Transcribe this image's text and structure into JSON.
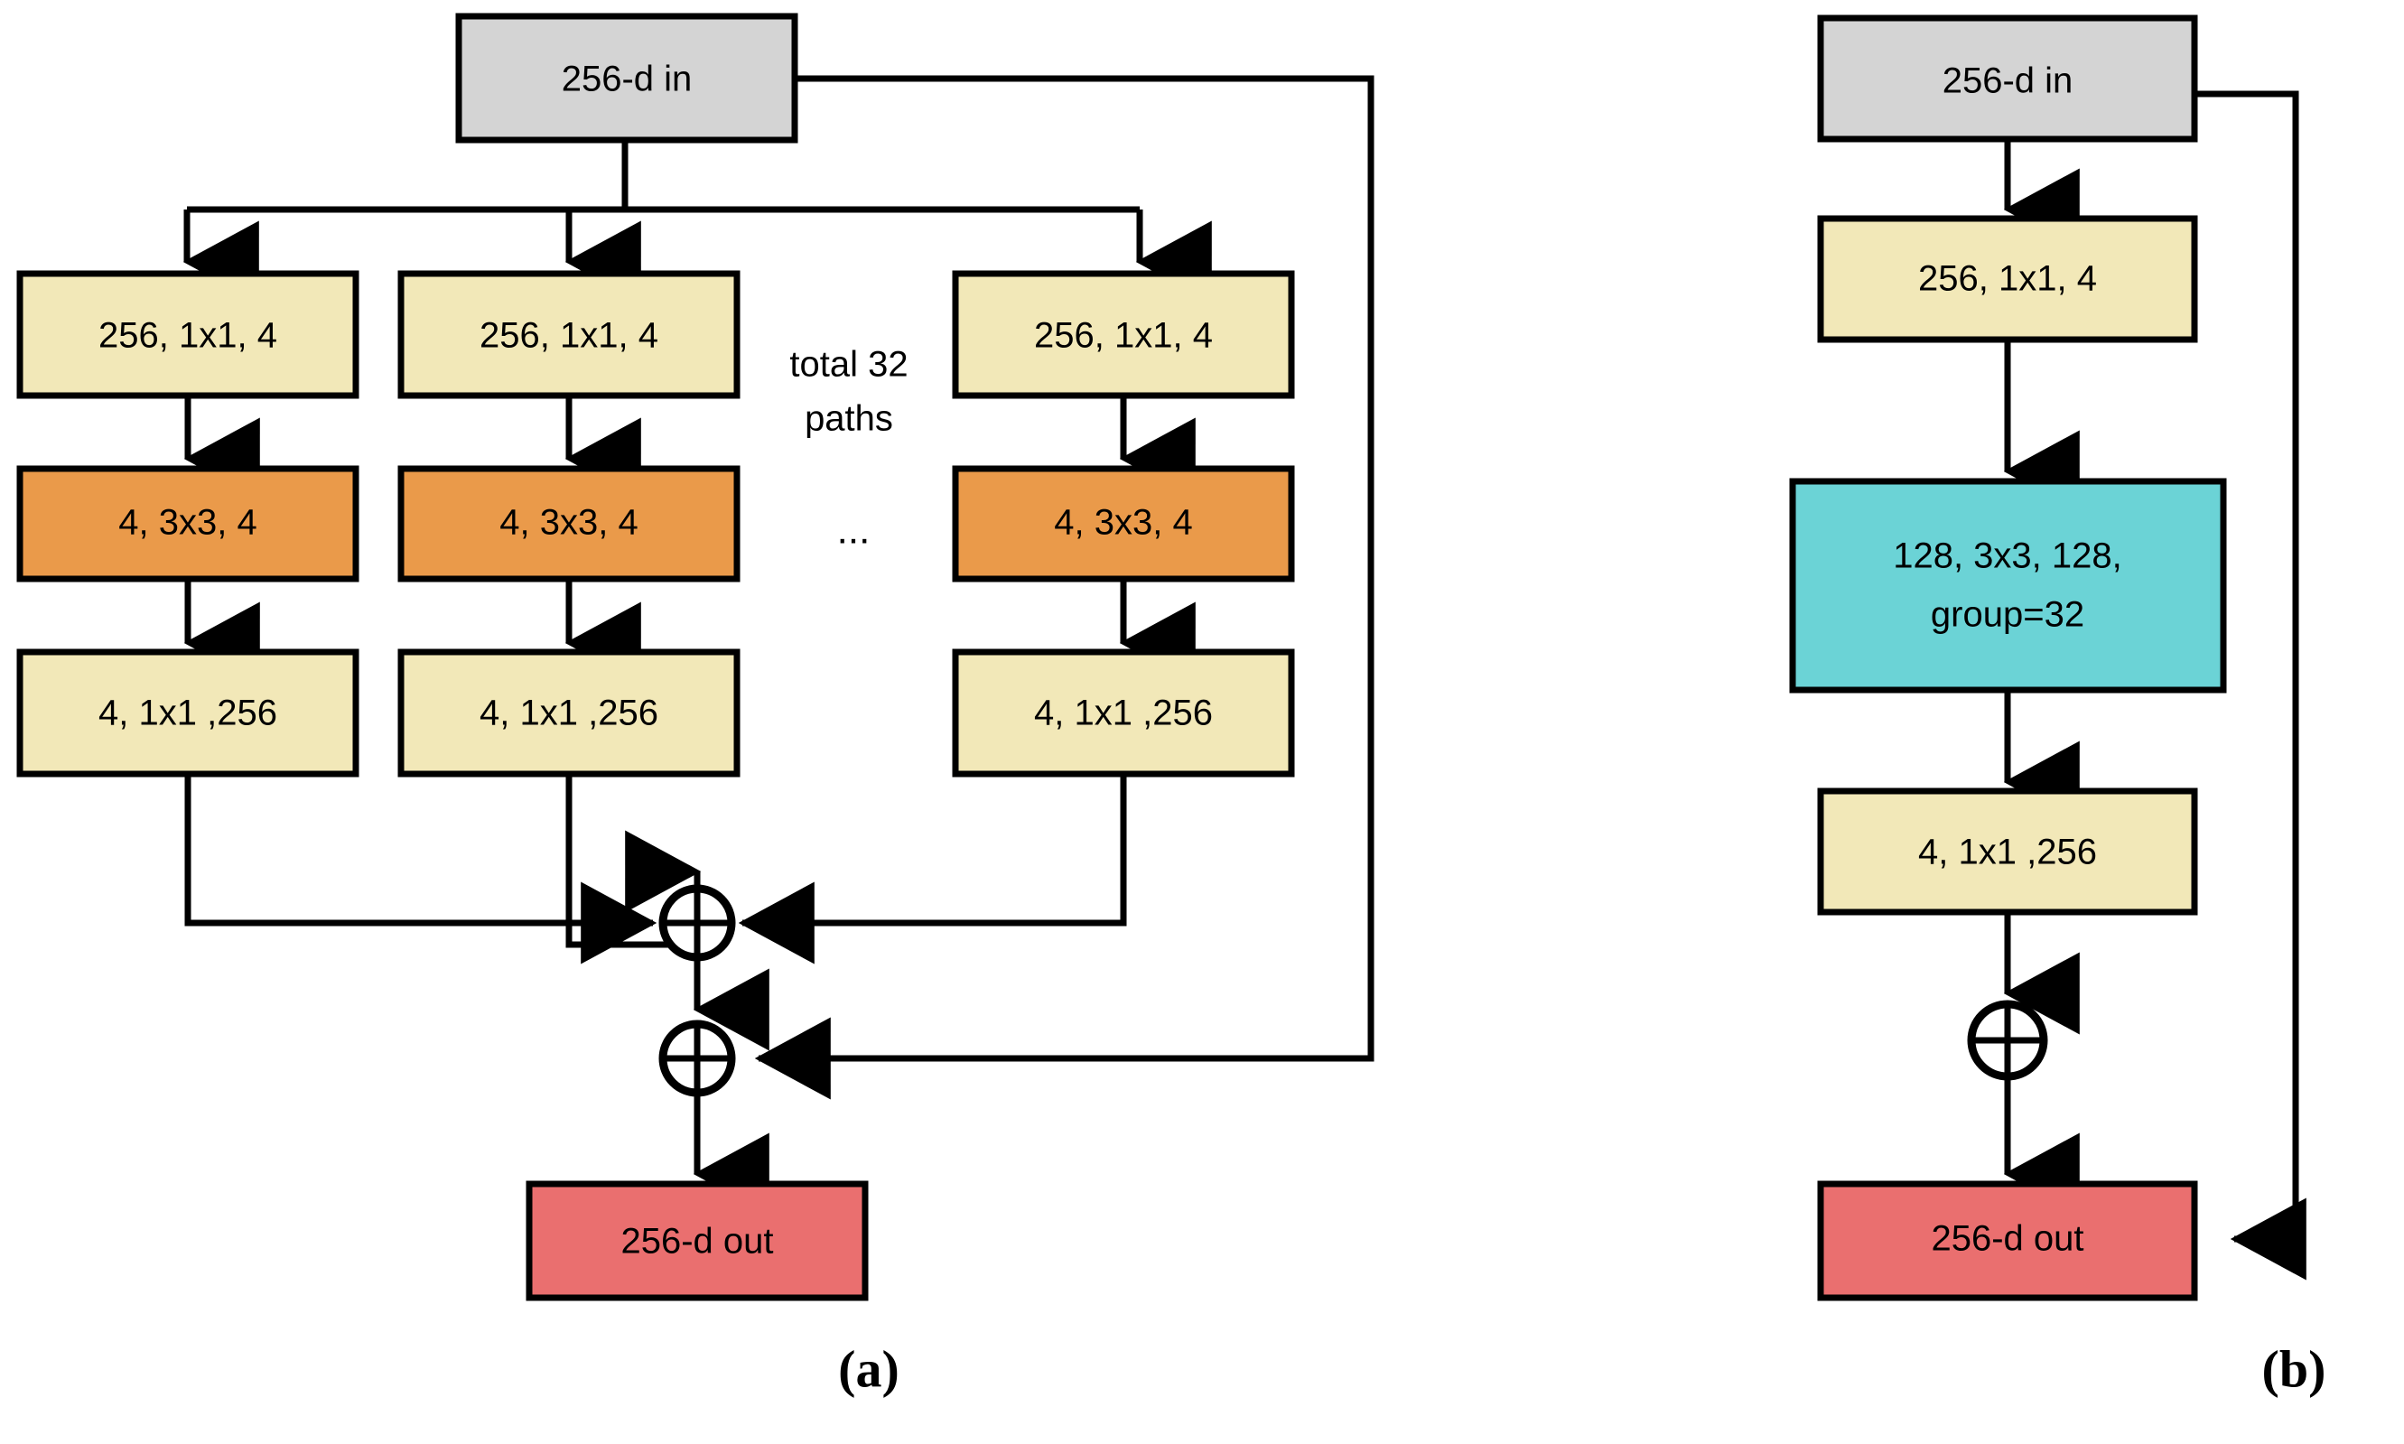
{
  "figure": {
    "background": "#ffffff",
    "stroke_color": "#000000"
  },
  "colors": {
    "input_gray": "#d4d4d4",
    "conv1x1_yellow": "#f2e8b8",
    "conv3x3_orange": "#ea9a4a",
    "group_conv_cyan": "#6bd3d6",
    "output_red": "#ea6f6f",
    "outline": "#000000"
  },
  "panels": [
    {
      "id": "a",
      "caption": "(a)",
      "input_node": {
        "label": "256-d in",
        "color": "#d4d4d4"
      },
      "output_node": {
        "label": "256-d out",
        "color": "#ea6f6f"
      },
      "note": {
        "line1": "total 32",
        "line2": "paths"
      },
      "ellipsis": "...",
      "branches": [
        {
          "index": 1,
          "stages": [
            {
              "label": "256, 1x1, 4",
              "color": "#f2e8b8",
              "kind": "conv1x1"
            },
            {
              "label": "4, 3x3, 4",
              "color": "#ea9a4a",
              "kind": "conv3x3"
            },
            {
              "label": "4, 1x1 ,256",
              "color": "#f2e8b8",
              "kind": "conv1x1"
            }
          ]
        },
        {
          "index": 2,
          "stages": [
            {
              "label": "256, 1x1, 4",
              "color": "#f2e8b8",
              "kind": "conv1x1"
            },
            {
              "label": "4, 3x3, 4",
              "color": "#ea9a4a",
              "kind": "conv3x3"
            },
            {
              "label": "4, 1x1 ,256",
              "color": "#f2e8b8",
              "kind": "conv1x1"
            }
          ]
        },
        {
          "index": 32,
          "stages": [
            {
              "label": "256, 1x1, 4",
              "color": "#f2e8b8",
              "kind": "conv1x1"
            },
            {
              "label": "4, 3x3, 4",
              "color": "#ea9a4a",
              "kind": "conv3x3"
            },
            {
              "label": "4, 1x1 ,256",
              "color": "#f2e8b8",
              "kind": "conv1x1"
            }
          ]
        }
      ],
      "sum_nodes": [
        {
          "name": "branch-merge",
          "symbol": "plus"
        },
        {
          "name": "residual-add",
          "symbol": "plus"
        }
      ]
    },
    {
      "id": "b",
      "caption": "(b)",
      "input_node": {
        "label": "256-d in",
        "color": "#d4d4d4"
      },
      "output_node": {
        "label": "256-d out",
        "color": "#ea6f6f"
      },
      "stages": [
        {
          "label": "256, 1x1, 4",
          "color": "#f2e8b8",
          "kind": "conv1x1"
        },
        {
          "label_line1": "128, 3x3, 128,",
          "label_line2": "group=32",
          "color": "#6bd3d6",
          "kind": "group-conv"
        },
        {
          "label": "4, 1x1 ,256",
          "color": "#f2e8b8",
          "kind": "conv1x1"
        }
      ],
      "sum_nodes": [
        {
          "name": "residual-add",
          "symbol": "plus"
        }
      ]
    }
  ]
}
